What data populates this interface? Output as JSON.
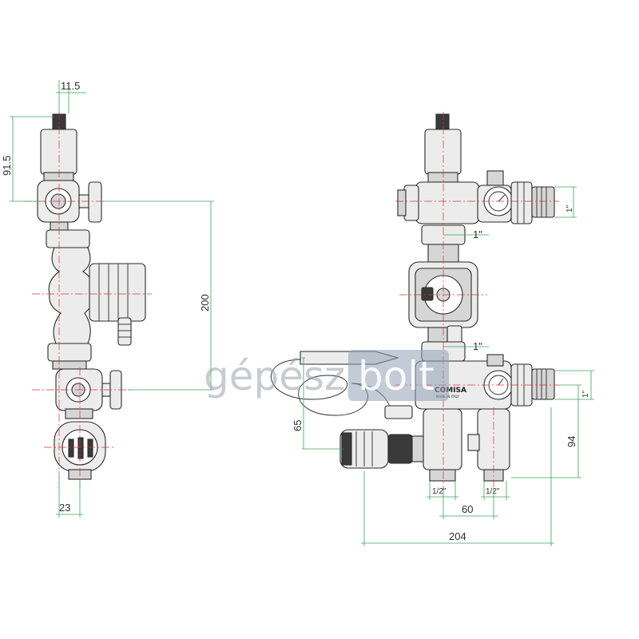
{
  "dimensions": {
    "d_11_5": "11.5",
    "d_91_5": "91.5",
    "d_200": "200",
    "d_23": "23",
    "d_65": "65",
    "d_94": "94",
    "d_60": "60",
    "d_204": "204",
    "d_1in_top": "1\"",
    "d_1in_right_top": "1\"",
    "d_1in_mid": "1\"",
    "d_1in_right_bottom": "1\"",
    "d_half_left": "1/2\"",
    "d_half_right": "1/2\""
  },
  "brand": {
    "name": "COMISA",
    "made_in": "MADE IN ITALY"
  },
  "watermark": {
    "left": "gépész",
    "right": "bolt"
  },
  "colors": {
    "dimension_line": "#3aa55a",
    "center_line": "#e03030",
    "outline": "#2a2a2a",
    "body_fill": "#e8e8e8",
    "watermark_box": "#8fa0b4"
  }
}
